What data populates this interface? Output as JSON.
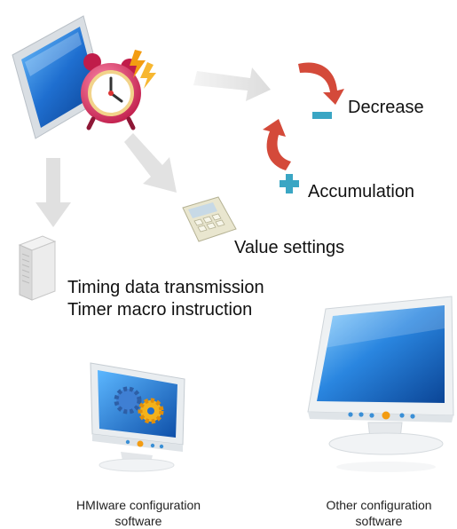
{
  "labels": {
    "decrease": "Decrease",
    "accumulation": "Accumulation",
    "value_settings": "Value settings",
    "timing_data_transmission": "Timing data transmission",
    "timer_macro_instruction": "Timer macro instruction",
    "hmiware_line1": "HMIware configuration",
    "hmiware_line2": "software",
    "other_line1": "Other configuration",
    "other_line2": "software"
  },
  "icons": {
    "timer_display": "monitor-with-alarm-clock-icon",
    "decrease": "minus-icon",
    "accumulation": "plus-icon",
    "value_settings": "calculator-icon",
    "data_module": "plc-module-icon",
    "hmi_monitor": "hmi-monitor-with-gears-icon",
    "other_monitor": "desktop-monitor-icon"
  },
  "colors": {
    "minus_and_plus": "#3aa6c4",
    "curved_arrows": "#d44a3a",
    "flow_arrows": "#e0e0e0",
    "screen_blue": "#1f6fd0"
  }
}
